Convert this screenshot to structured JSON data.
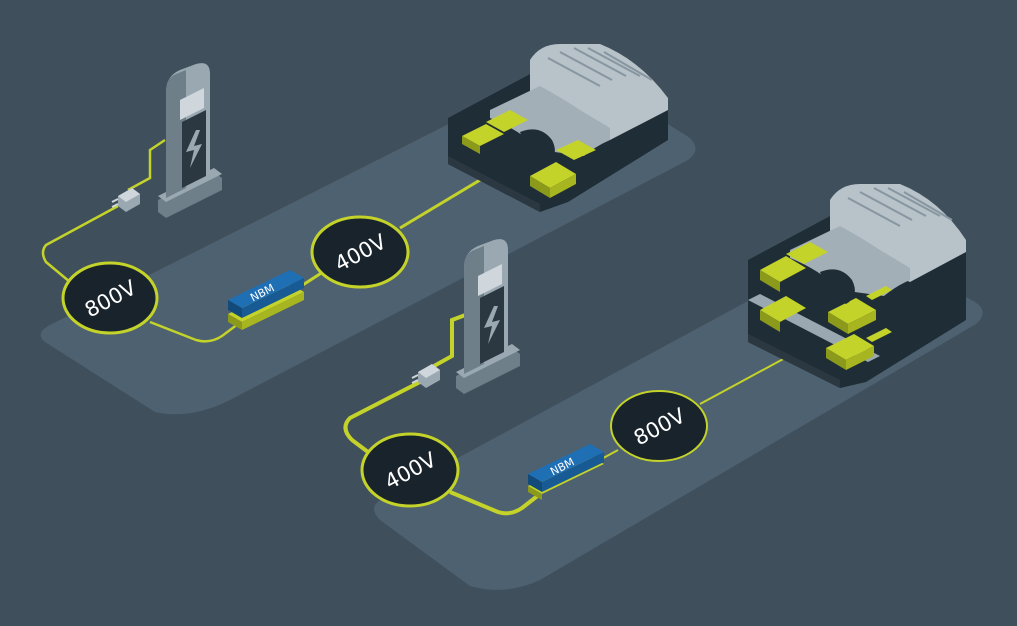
{
  "colors": {
    "background": "#3f4f5c",
    "platform": "#4e6170",
    "cable": "#c4d32a",
    "cable_thin": "#c4d32a",
    "badge_fill": "#18232c",
    "badge_ring": "#c4d32a",
    "badge_text": "#ffffff",
    "nbm_top": "#1f6fb5",
    "nbm_side": "#124a7a",
    "nbm_base": "#c4d32a",
    "charger_body": "#9aa8b1",
    "charger_dark": "#6f7f8a",
    "charger_panel": "#2b3842",
    "vehicle_light": "#b7c2c9",
    "vehicle_dark": "#1f2d37",
    "battery": "#c4d32a"
  },
  "scene_top": {
    "charger_icon": "lightning-bolt-icon",
    "plug_icon": "plug-icon",
    "charger_voltage": "800V",
    "converter_label": "NBM",
    "vehicle_voltage": "400V"
  },
  "scene_bottom": {
    "charger_icon": "lightning-bolt-icon",
    "plug_icon": "plug-icon",
    "charger_voltage": "400V",
    "converter_label": "NBM",
    "vehicle_voltage": "800V"
  }
}
